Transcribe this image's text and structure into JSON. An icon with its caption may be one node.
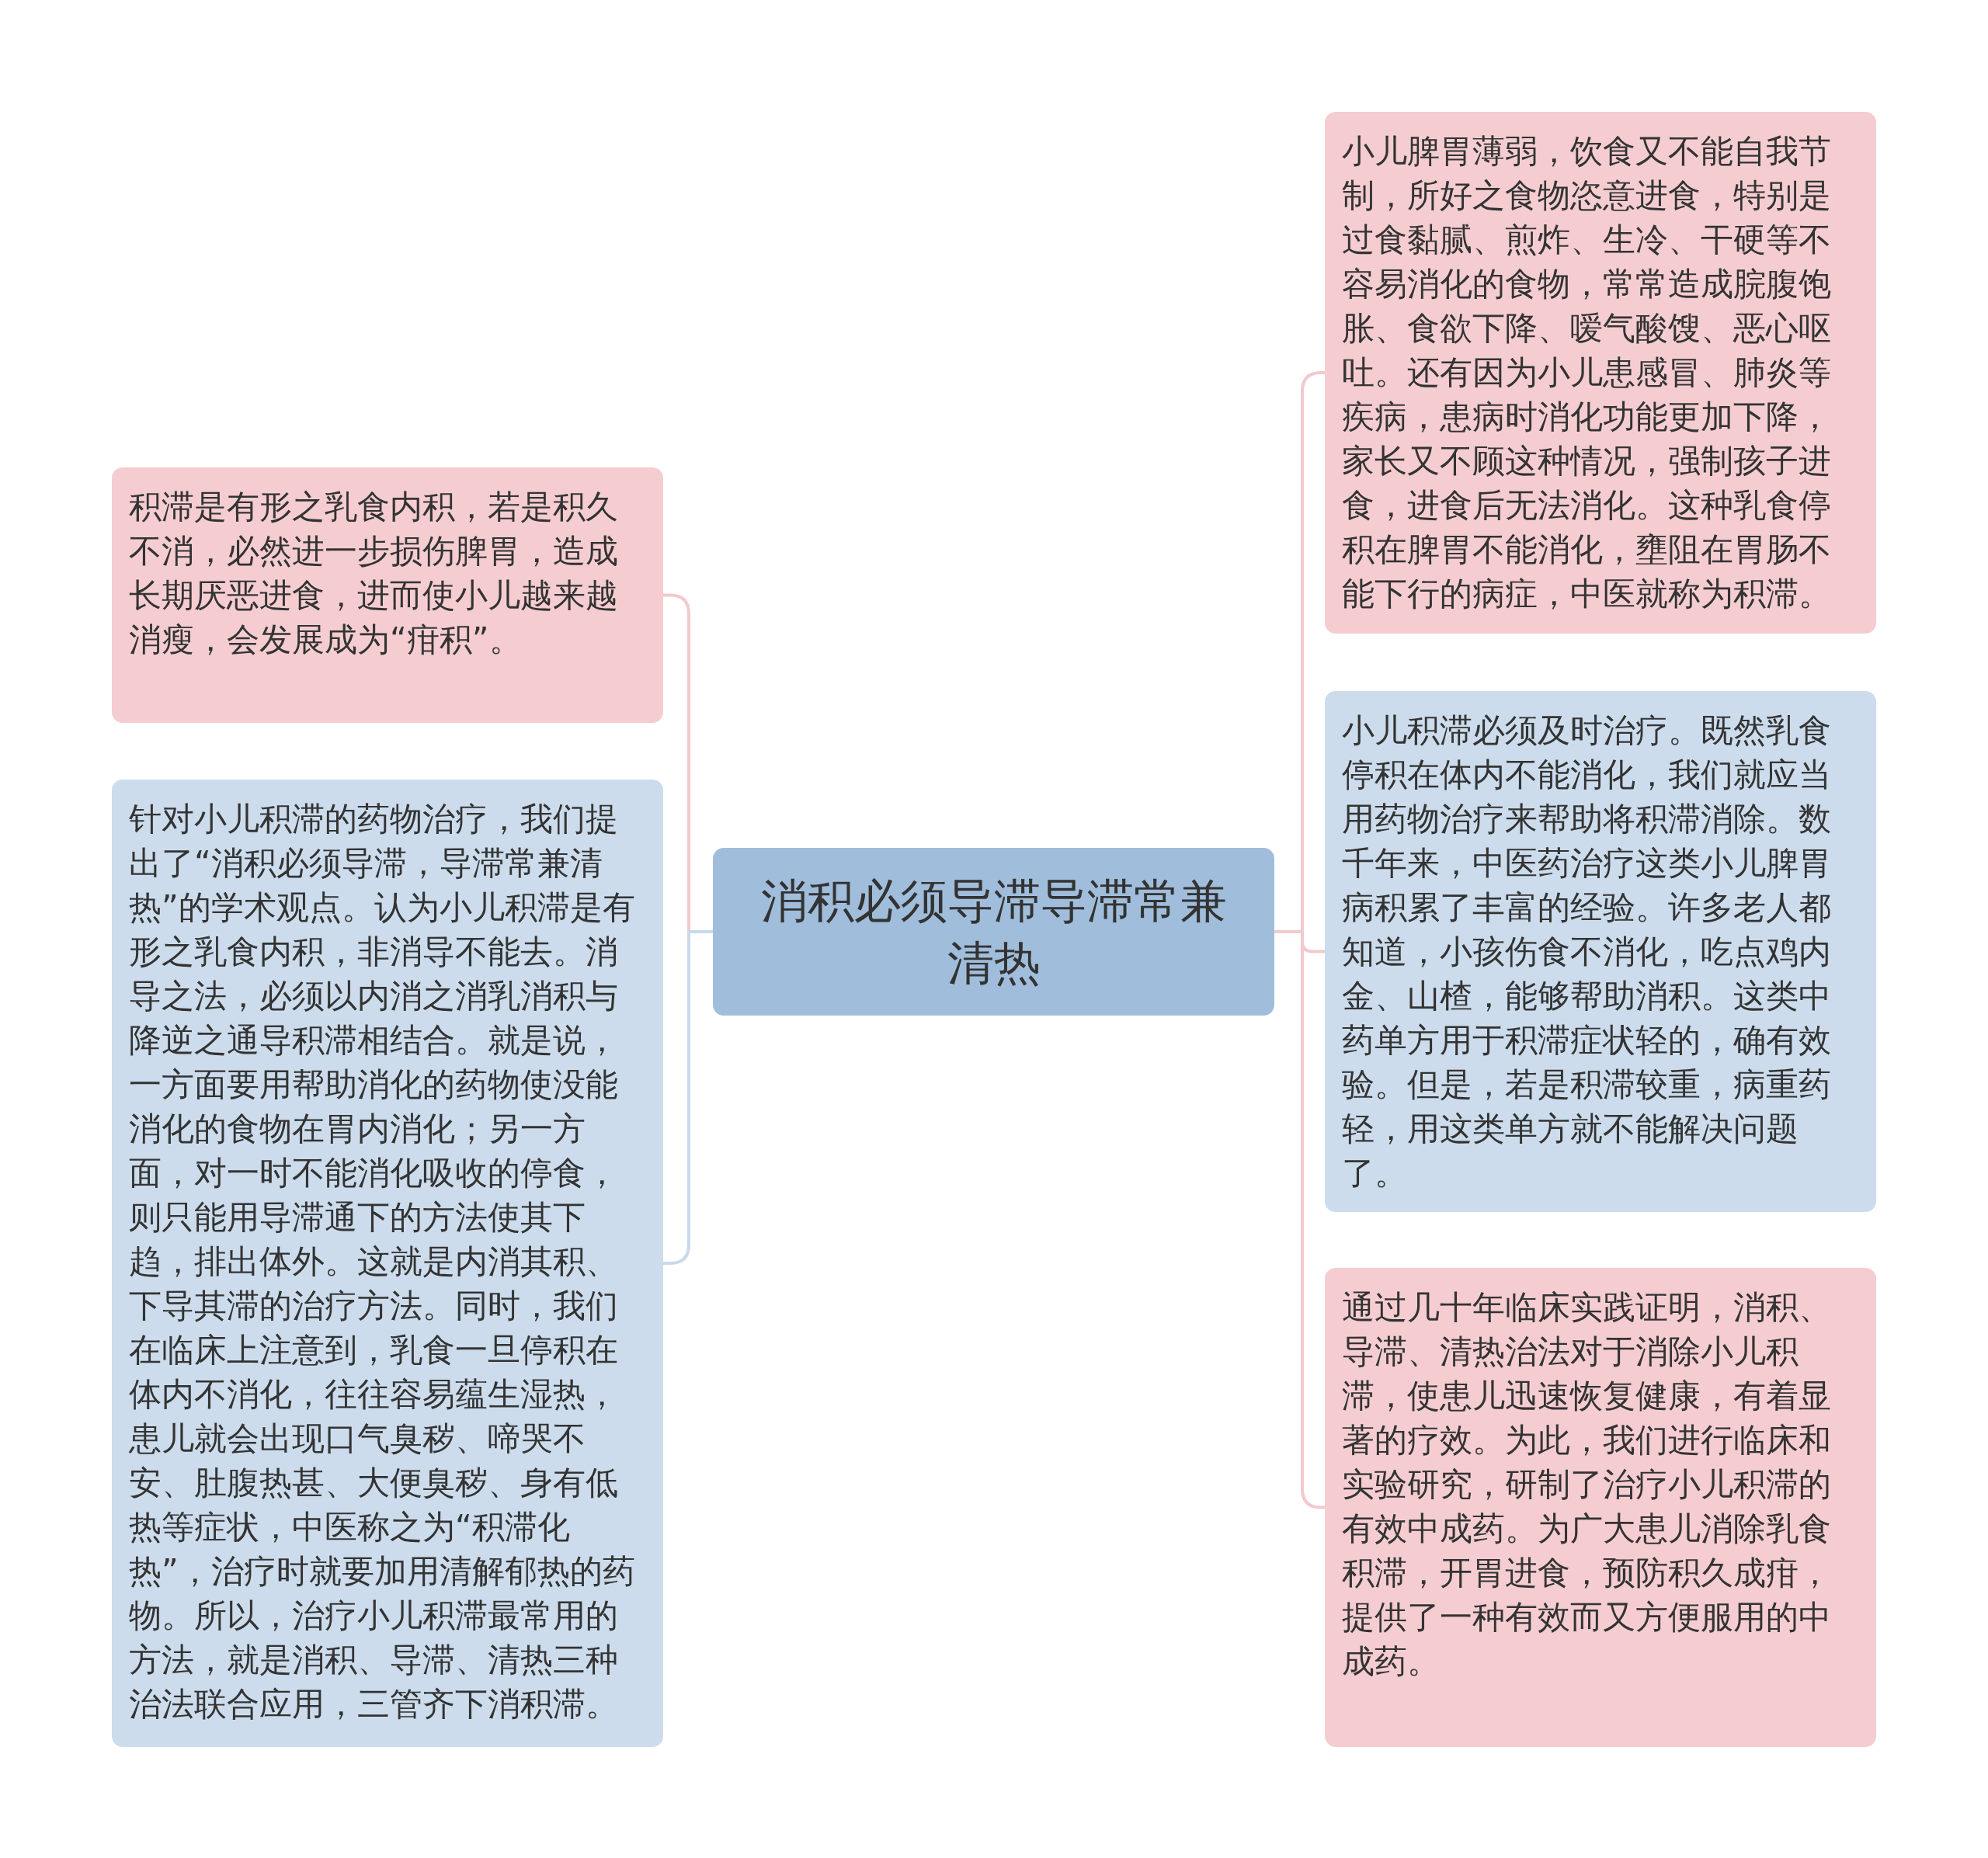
{
  "diagram": {
    "nodes": [
      {
        "text": [
          "消积必须导滞导滞常兼清热"
        ]
      },
      {
        "text": [
          "积滞是有形之乳食内积，若是积久不消，必然进一步损伤脾胃，造成长期厌恶进食，进而使小儿越来越消瘦，会发展成为“疳积”。"
        ]
      },
      {
        "text": [
          "针对小儿积滞的药物治疗，我们提出了“消积必须导滞，导滞常兼清热”的学术观点。认为小儿积滞是有形之乳食内积，非消导不能去。消导之法，必须以内消之消乳消积与降逆之通导积滞相结合。就是说，一方面要用帮助消化的药物使没能消化的食物在胃内消化；另一方面，对一时不能消化吸收的停食，则只能用导滞通下的方法使其下趋，排出体外。这就是内消其积、下导其滞的治疗方法。同时，我们在临床上注意到，乳食一旦停积在体内不消化，往往容易蕴生湿热，患儿就会出现口气臭秽、啼哭不安、肚腹热甚、大便臭秽、身有低热等症状，中医称之为“积滞化热”，治疗时就要加用清解郁热的药物。所以，治疗小儿积滞最常用的方法，就是消积、导滞、清热三种治法联合应用，三管齐下消积滞。"
        ]
      },
      {
        "text": [
          "小儿脾胃薄弱，饮食又不能自我节制，所好之食物恣意进食，特别是过食黏腻、煎炸、生冷、干硬等不容易消化的食物，常常造成脘腹饱胀、食欲下降、嗳气酸馊、恶心呕吐。还有因为小儿患感冒、肺炎等疾病，患病时消化功能更加下降，家长又不顾这种情况，强制孩子进食，进食后无法消化。这种乳食停积在脾胃不能消化，壅阻在胃肠不能下行的病症，中医就称为积滞。"
        ]
      },
      {
        "text": [
          "小儿积滞必须及时治疗。既然乳食停积在体内不能消化，我们就应当用药物治疗来帮助将积滞消除。数千年来，中医药治疗这类小儿脾胃病积累了丰富的经验。许多老人都知道，小孩伤食不消化，吃点鸡内金、山楂，能够帮助消积。这类中药单方用于积滞症状轻的，确有效验。但是，若是积滞较重，病重药轻，用这类单方就不能解决问题了。"
        ]
      },
      {
        "text": [
          "通过几十年临床实践证明，消积、导滞、清热治法对于消除小儿积滞，使患儿迅速恢复健康，有着显著的疗效。为此，我们进行临床和实验研究，研制了治疗小儿积滞的有效中成药。为广大患儿消除乳食积滞，开胃进食，预防积久成疳，提供了一种有效而又方便服用的中成药。"
        ]
      }
    ],
    "edges": [
      {
        "from": 0,
        "to": 1,
        "arrow": "none",
        "color": "#f2c9cd"
      },
      {
        "from": 0,
        "to": 2,
        "arrow": "none",
        "color": "#c8d9ea"
      },
      {
        "from": 0,
        "to": 3,
        "arrow": "none",
        "color": "#f2c9cd"
      },
      {
        "from": 0,
        "to": 4,
        "arrow": "none",
        "color": "#f2c9cd"
      },
      {
        "from": 0,
        "to": 5,
        "arrow": "none",
        "color": "#f2c9cd"
      }
    ]
  }
}
